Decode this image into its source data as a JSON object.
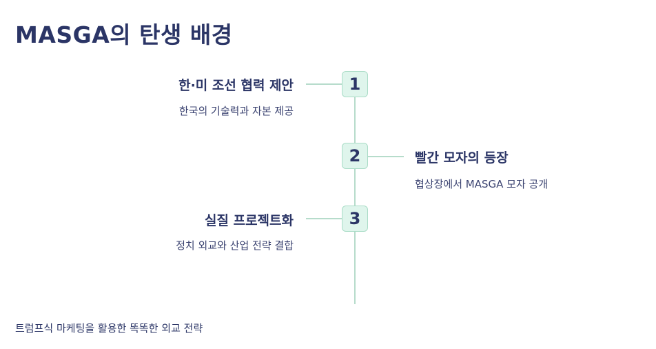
{
  "title": "MASGA의 탄생 배경",
  "steps": [
    {
      "number": "1",
      "title": "한·미 조선 협력 제안",
      "description": "한국의 기술력과 자본 제공"
    },
    {
      "number": "2",
      "title": "빨간 모자의 등장",
      "description": "협상장에서 MASGA 모자 공개"
    },
    {
      "number": "3",
      "title": "실질 프로젝트화",
      "description": "정치 외교와 산업 전략 결합"
    }
  ],
  "footer": "트럼프식 마케팅을 활용한 똑똑한 외교 전략",
  "colors": {
    "text": "#2b3566",
    "line": "#b6dccb",
    "badge_bg": "#dff5ec",
    "badge_border": "#a9dcc6"
  }
}
